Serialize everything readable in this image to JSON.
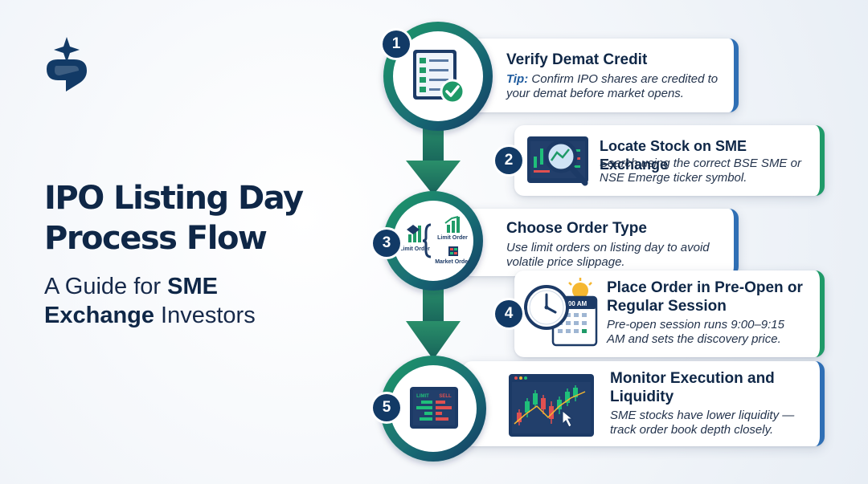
{
  "title": {
    "line1": "IPO Listing Day",
    "line2": "Process Flow"
  },
  "subtitle": {
    "prefix": "A Guide for ",
    "bold1": "SME",
    "bold2": "Exchange",
    "suffix": " Investors"
  },
  "icons": {
    "logo": "sparkle-heart-logo",
    "step1": "checklist-check-icon",
    "step2": "magnifier-chart-icon",
    "step3": "order-branch-icon",
    "step4": "clock-calendar-sun-icon",
    "step5": "order-book-icon"
  },
  "colors": {
    "navy": "#123a66",
    "green": "#1f9a68",
    "blue": "#2f6fb5"
  },
  "steps": [
    {
      "number": "1",
      "title": "Verify Demat Credit",
      "tip_label": "Tip:",
      "desc": "Confirm IPO shares are credited to your demat before market opens."
    },
    {
      "number": "2",
      "title": "Locate Stock on SME Exchange",
      "desc": "Search using the correct BSE SME or NSE Emerge ticker symbol."
    },
    {
      "number": "3",
      "title": "Choose Order Type",
      "desc": "Use limit orders on listing day to avoid volatile price slippage.",
      "icon_labels": [
        "Limit Order",
        "Limit Order",
        "Market Order"
      ]
    },
    {
      "number": "4",
      "title": "Place Order in Pre-Open or Regular Session",
      "desc": "Pre-open session runs 9:00–9:15 AM and sets the discovery price.",
      "icon_time": "9:00 AM"
    },
    {
      "number": "5",
      "title": "Monitor Execution and Liquidity",
      "desc": "SME stocks have lower liquidity — track order book depth closely.",
      "icon_labels": [
        "LIMIT",
        "SELL"
      ]
    }
  ]
}
